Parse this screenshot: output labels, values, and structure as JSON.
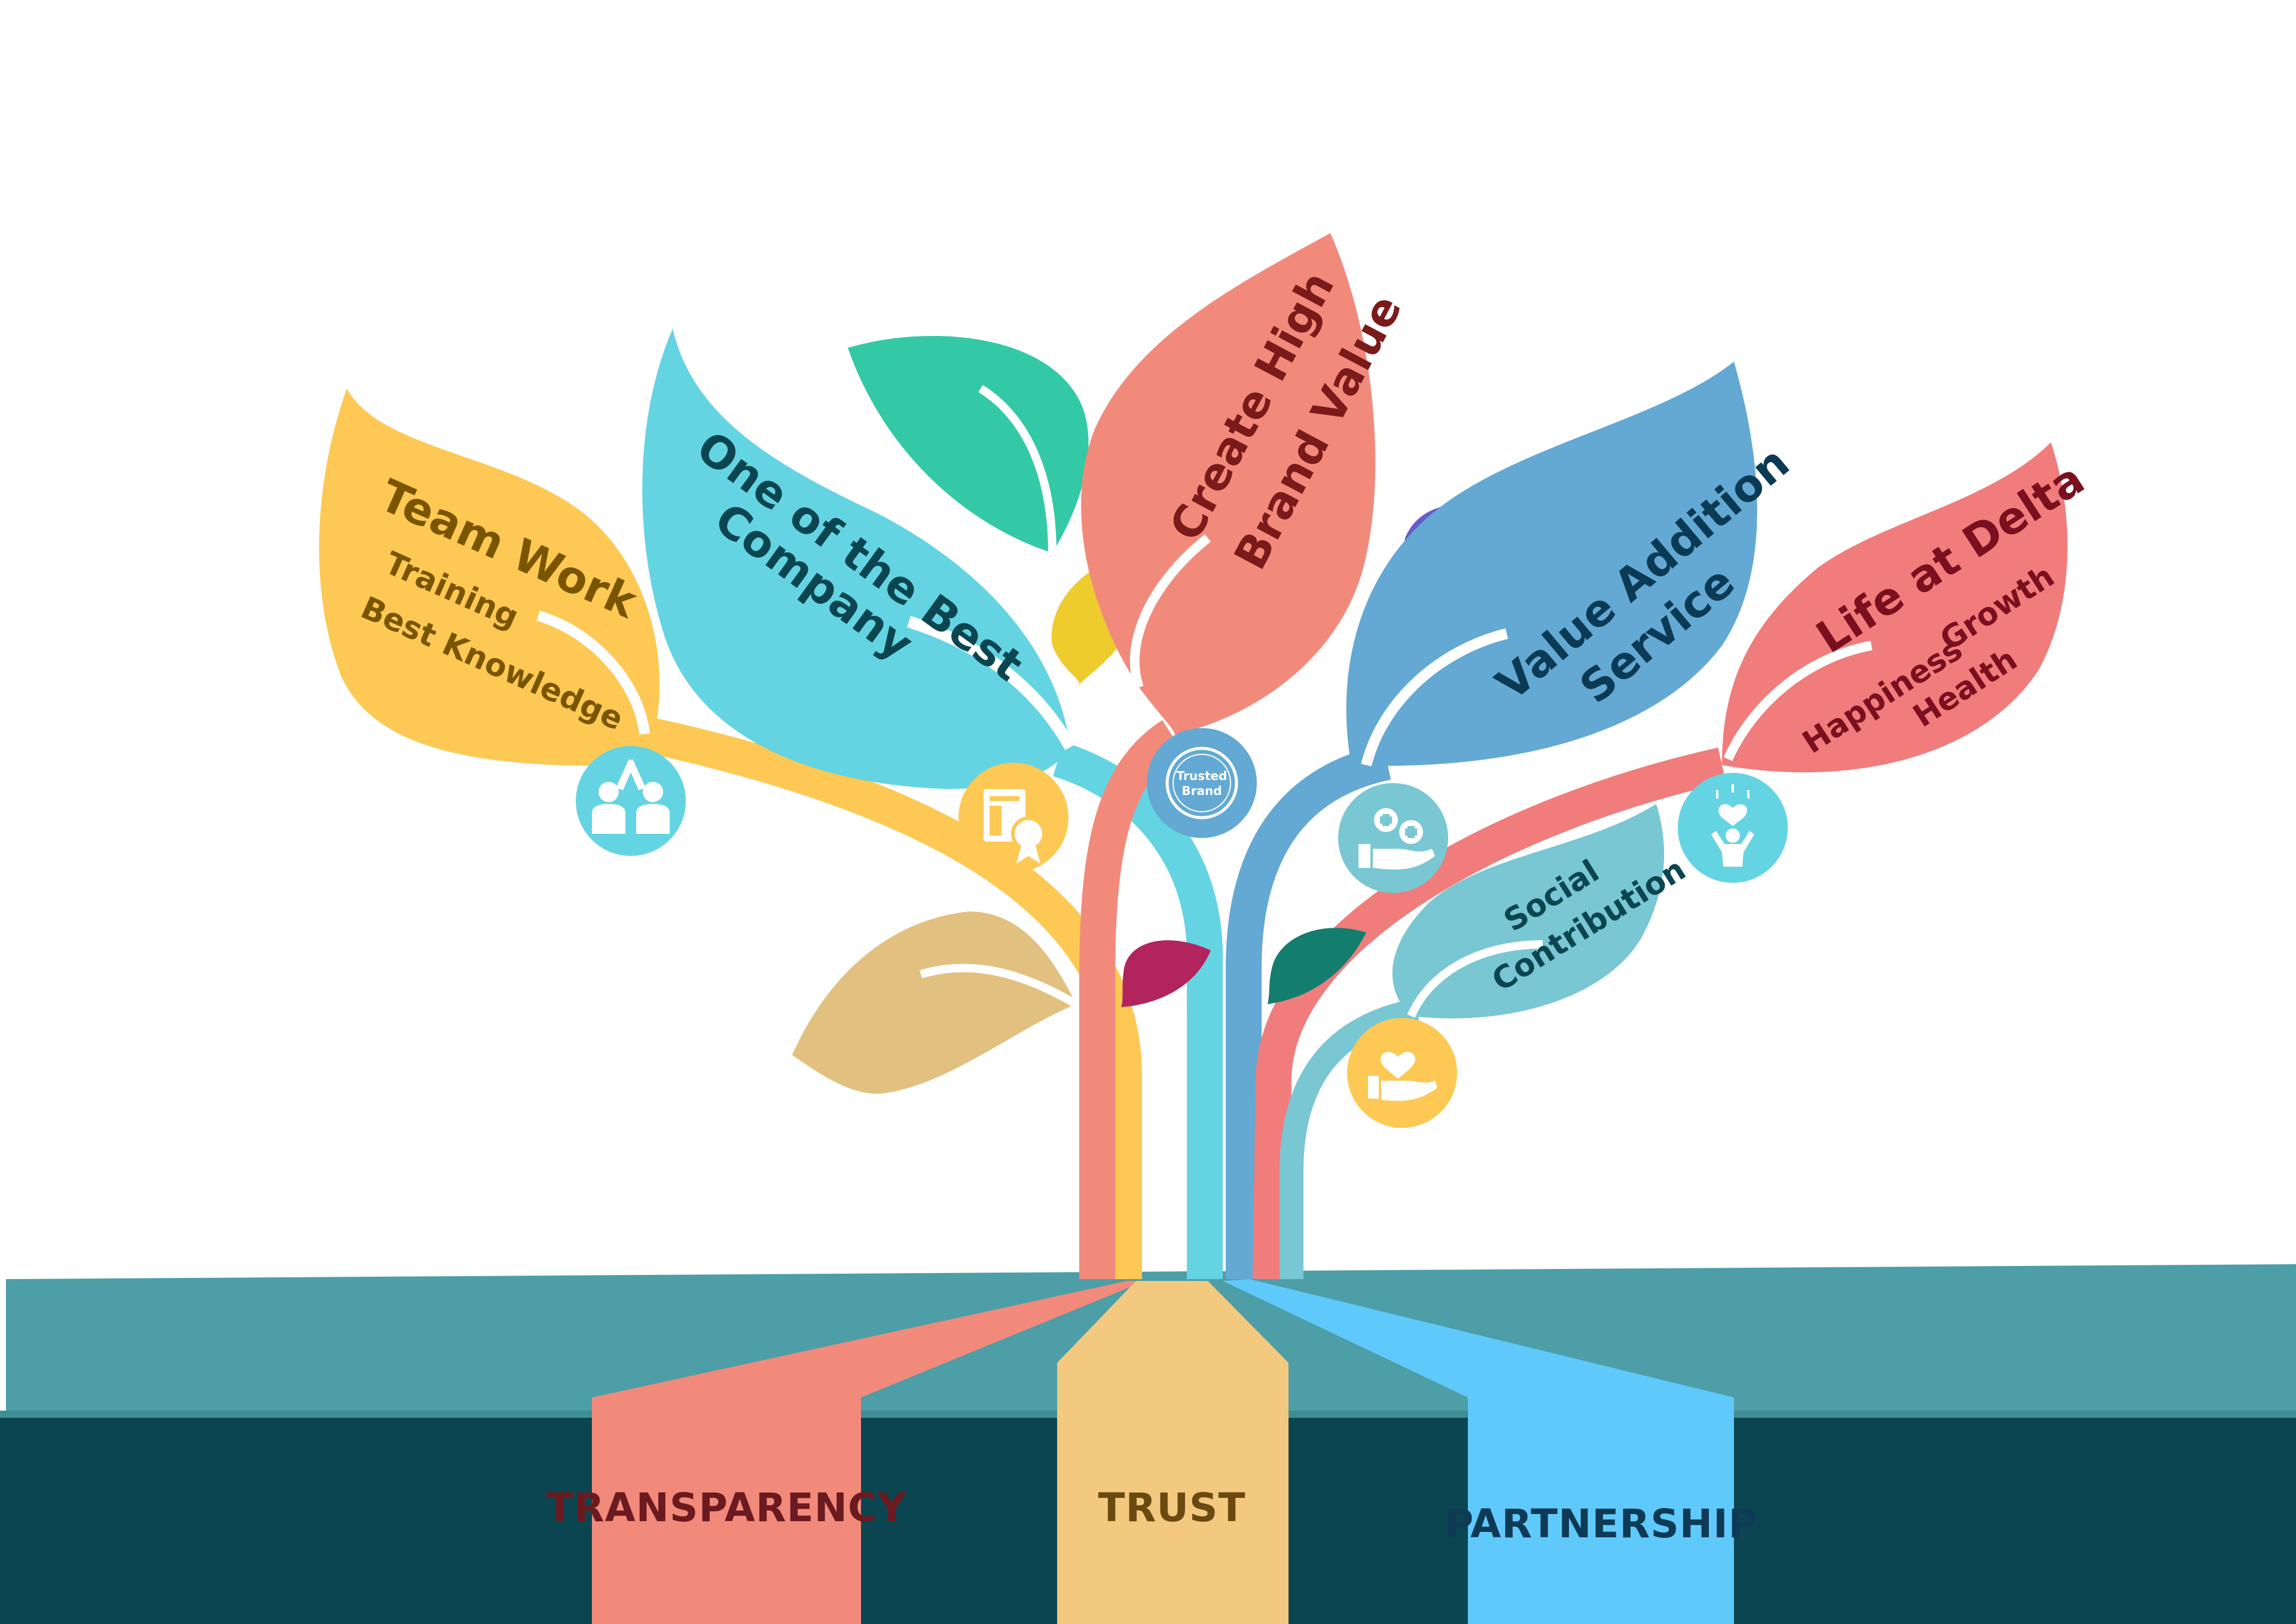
{
  "leaves": {
    "team_work": {
      "title": "Team Work",
      "sub1": "Training",
      "sub2": "Best Knowledge"
    },
    "best_company": {
      "line1": "One of the Best",
      "line2": "Company"
    },
    "brand_value": {
      "line1": "Create High",
      "line2": "Brand Value"
    },
    "value_addition": {
      "line1": "Value Addition",
      "line2": "Service"
    },
    "life_at_delta": {
      "title": "Life at Delta",
      "sub1": "Happiness",
      "sub2": "Growth",
      "sub3": "Health"
    },
    "social": {
      "line1": "Social",
      "line2": "Contribution"
    }
  },
  "badges": {
    "trusted_brand_line1": "Trusted",
    "trusted_brand_line2": "Brand"
  },
  "pillars": {
    "transparency": "TRANSPARENCY",
    "trust": "TRUST",
    "partnership": "PARTNERSHIP"
  },
  "icons": [
    "team-high-five-icon",
    "award-certificate-icon",
    "trusted-brand-seal-icon",
    "hand-with-medical-plus-icon",
    "hand-giving-love-icon",
    "person-with-heart-icon"
  ],
  "colors": {
    "yellow": "#fdc954",
    "cyan": "#64d4e3",
    "salmon": "#f28a7b",
    "blue": "#63a9d3",
    "red_pink": "#f07c7c",
    "teal_light": "#79c7d3",
    "ground_top": "#4d9ea6",
    "ground_bottom": "#0b4650",
    "transparency": "#f28a7b",
    "trust": "#f2c97f",
    "partnership": "#60c9fb"
  }
}
